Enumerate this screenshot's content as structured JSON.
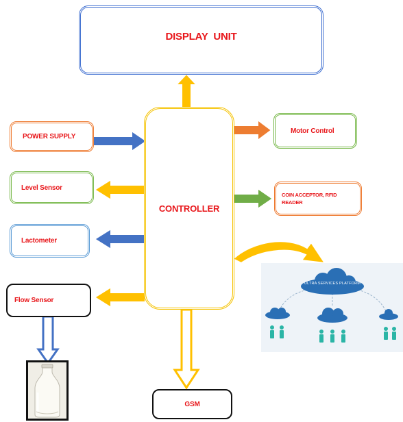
{
  "diagram": {
    "display_unit": "DISPLAY  UNIT",
    "controller": "CONTROLLER",
    "power_supply": "POWER SUPPLY",
    "level_sensor": "Level Sensor",
    "lactometer": "Lactometer",
    "flow_sensor": "Flow Sensor",
    "motor_control": "Motor Control",
    "coin_acceptor": "COIN ACCEPTOR, RFID READER",
    "gsm": "GSM",
    "cloud_platform": "ULTRA SERVICES PLATFORM"
  },
  "colors": {
    "display_border": "#3f6fd0",
    "controller_border": "#f5c200",
    "power_border": "#ee7a30",
    "level_border": "#78b84a",
    "lactometer_border": "#5b9bd5",
    "flow_border": "#111111",
    "motor_border": "#78b84a",
    "coin_border": "#ee7a30",
    "gsm_border": "#111111",
    "arrow_blue": "#4472c4",
    "arrow_yellow": "#ffc000",
    "arrow_orange": "#ed7d31",
    "arrow_green": "#70ad47",
    "label_red": "#e8161a",
    "cloud_blue": "#2a6fb5",
    "people_teal": "#2bb5a6"
  }
}
